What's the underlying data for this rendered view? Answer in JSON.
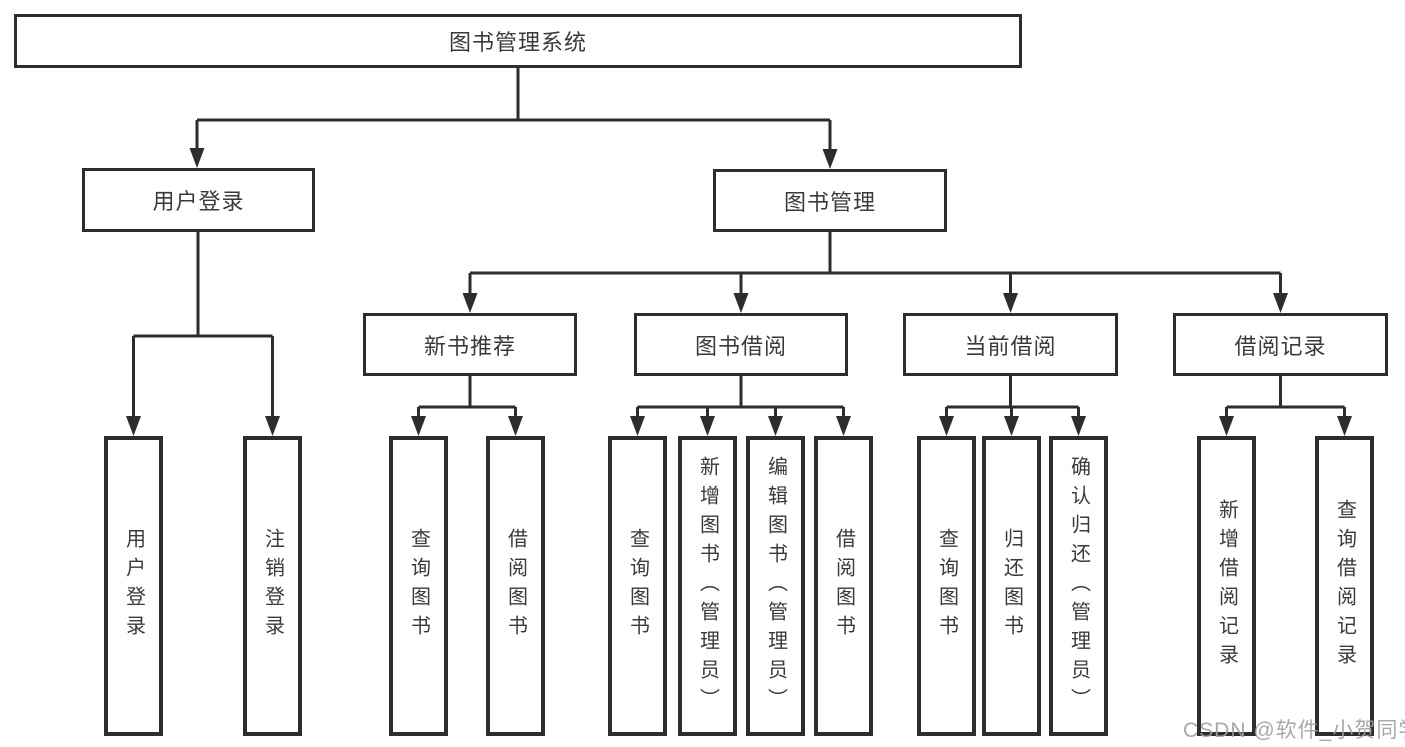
{
  "diagram": {
    "root": {
      "label": "图书管理系统"
    },
    "level2": [
      {
        "id": "user-login",
        "label": "用户登录"
      },
      {
        "id": "book-management",
        "label": "图书管理"
      }
    ],
    "level3": [
      {
        "id": "new-book-recommend",
        "label": "新书推荐"
      },
      {
        "id": "book-borrow",
        "label": "图书借阅"
      },
      {
        "id": "current-borrow",
        "label": "当前借阅"
      },
      {
        "id": "borrow-record",
        "label": "借阅记录"
      }
    ],
    "leaves": {
      "user_login": [
        {
          "label": "用户登录"
        },
        {
          "label": "注销登录"
        }
      ],
      "new_book": [
        {
          "label": "查询图书"
        },
        {
          "label": "借阅图书"
        }
      ],
      "book_borrow": [
        {
          "label": "查询图书"
        },
        {
          "label": "新增图书（管理员）"
        },
        {
          "label": "编辑图书（管理员）"
        },
        {
          "label": "借阅图书"
        }
      ],
      "current_borrow": [
        {
          "label": "查询图书"
        },
        {
          "label": "归还图书"
        },
        {
          "label": "确认归还（管理员）"
        }
      ],
      "borrow_record": [
        {
          "label": "新增借阅记录"
        },
        {
          "label": "查询借阅记录"
        }
      ]
    }
  },
  "watermark": {
    "text": "CSDN @软件_小贺同学"
  },
  "colors": {
    "line": "#2d2d2d",
    "text": "#3a3a3a",
    "watermark": "#9e9e9e",
    "background": "#ffffff"
  }
}
